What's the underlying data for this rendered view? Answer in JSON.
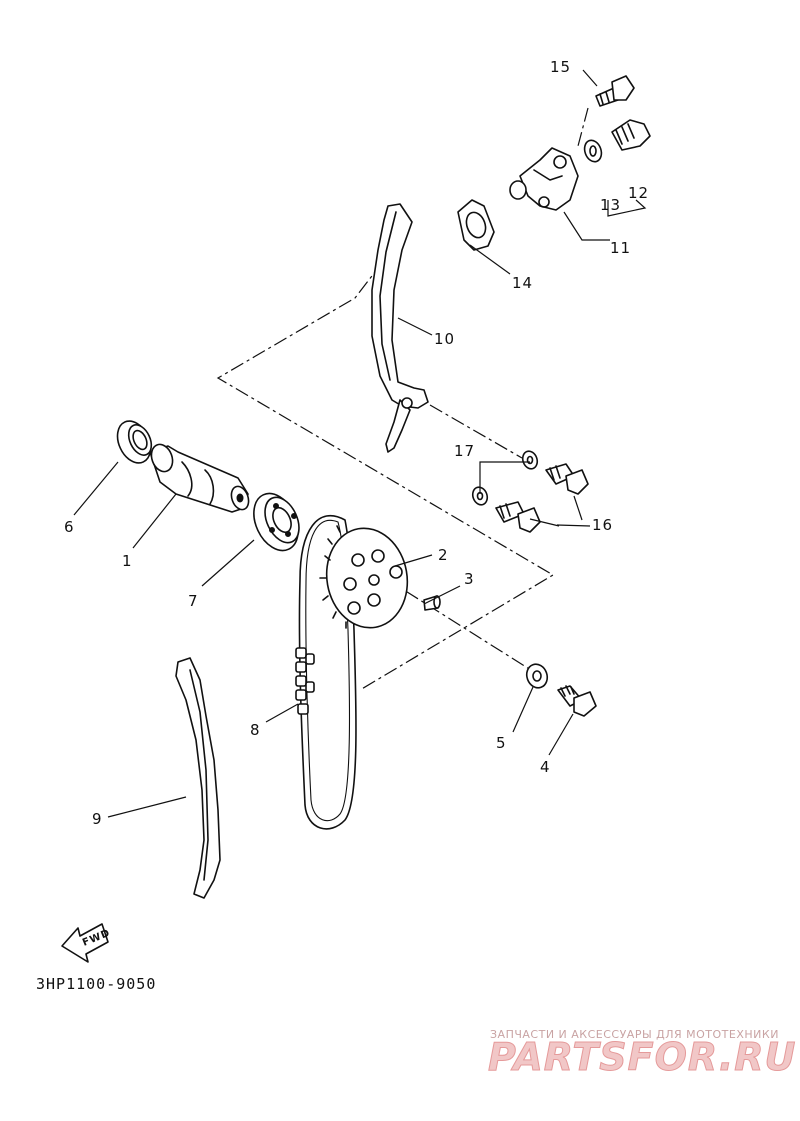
{
  "diagram_code": "3HP1100-9050",
  "fwd_label": "FWD",
  "parts": [
    {
      "id": "1",
      "label": "1"
    },
    {
      "id": "2",
      "label": "2"
    },
    {
      "id": "3",
      "label": "3"
    },
    {
      "id": "4",
      "label": "4"
    },
    {
      "id": "5",
      "label": "5"
    },
    {
      "id": "6",
      "label": "6"
    },
    {
      "id": "7",
      "label": "7"
    },
    {
      "id": "8",
      "label": "8"
    },
    {
      "id": "9",
      "label": "9"
    },
    {
      "id": "10",
      "label": "10"
    },
    {
      "id": "11",
      "label": "11"
    },
    {
      "id": "12",
      "label": "12"
    },
    {
      "id": "13",
      "label": "13"
    },
    {
      "id": "14",
      "label": "14"
    },
    {
      "id": "15",
      "label": "15"
    },
    {
      "id": "16",
      "label": "16"
    },
    {
      "id": "17",
      "label": "17"
    }
  ],
  "watermark": {
    "tagline": "ЗАПЧАСТИ И АКСЕССУАРЫ ДЛЯ МОТОТЕХНИКИ",
    "brand": "PARTSFOR.RU",
    "colors": {
      "brand": "#e59a9a",
      "tagline": "#c9a3a3"
    }
  }
}
